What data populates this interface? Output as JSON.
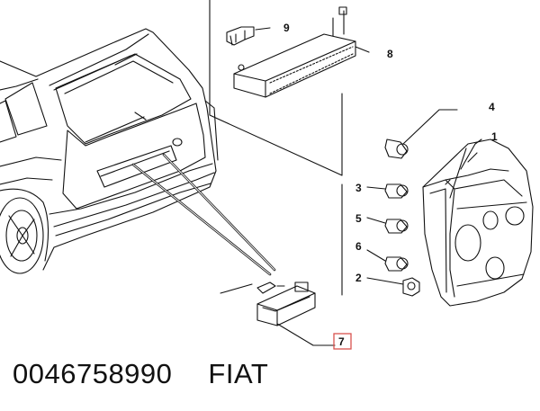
{
  "callouts": [
    {
      "label": "1",
      "part": "tail-lamp-assembly"
    },
    {
      "label": "2",
      "part": "mounting-nut"
    },
    {
      "label": "3",
      "part": "bulb"
    },
    {
      "label": "4",
      "part": "bulb"
    },
    {
      "label": "5",
      "part": "bulb"
    },
    {
      "label": "6",
      "part": "bulb"
    },
    {
      "label": "7",
      "part": "license-plate-lamp",
      "highlighted": true
    },
    {
      "label": "8",
      "part": "third-brake-light"
    },
    {
      "label": "9",
      "part": "retaining-clip"
    }
  ],
  "caption": {
    "part_number": "0046758990",
    "brand": "FIAT"
  },
  "colors": {
    "line": "#111111",
    "highlight_box": "#d9534f",
    "background": "#ffffff"
  }
}
